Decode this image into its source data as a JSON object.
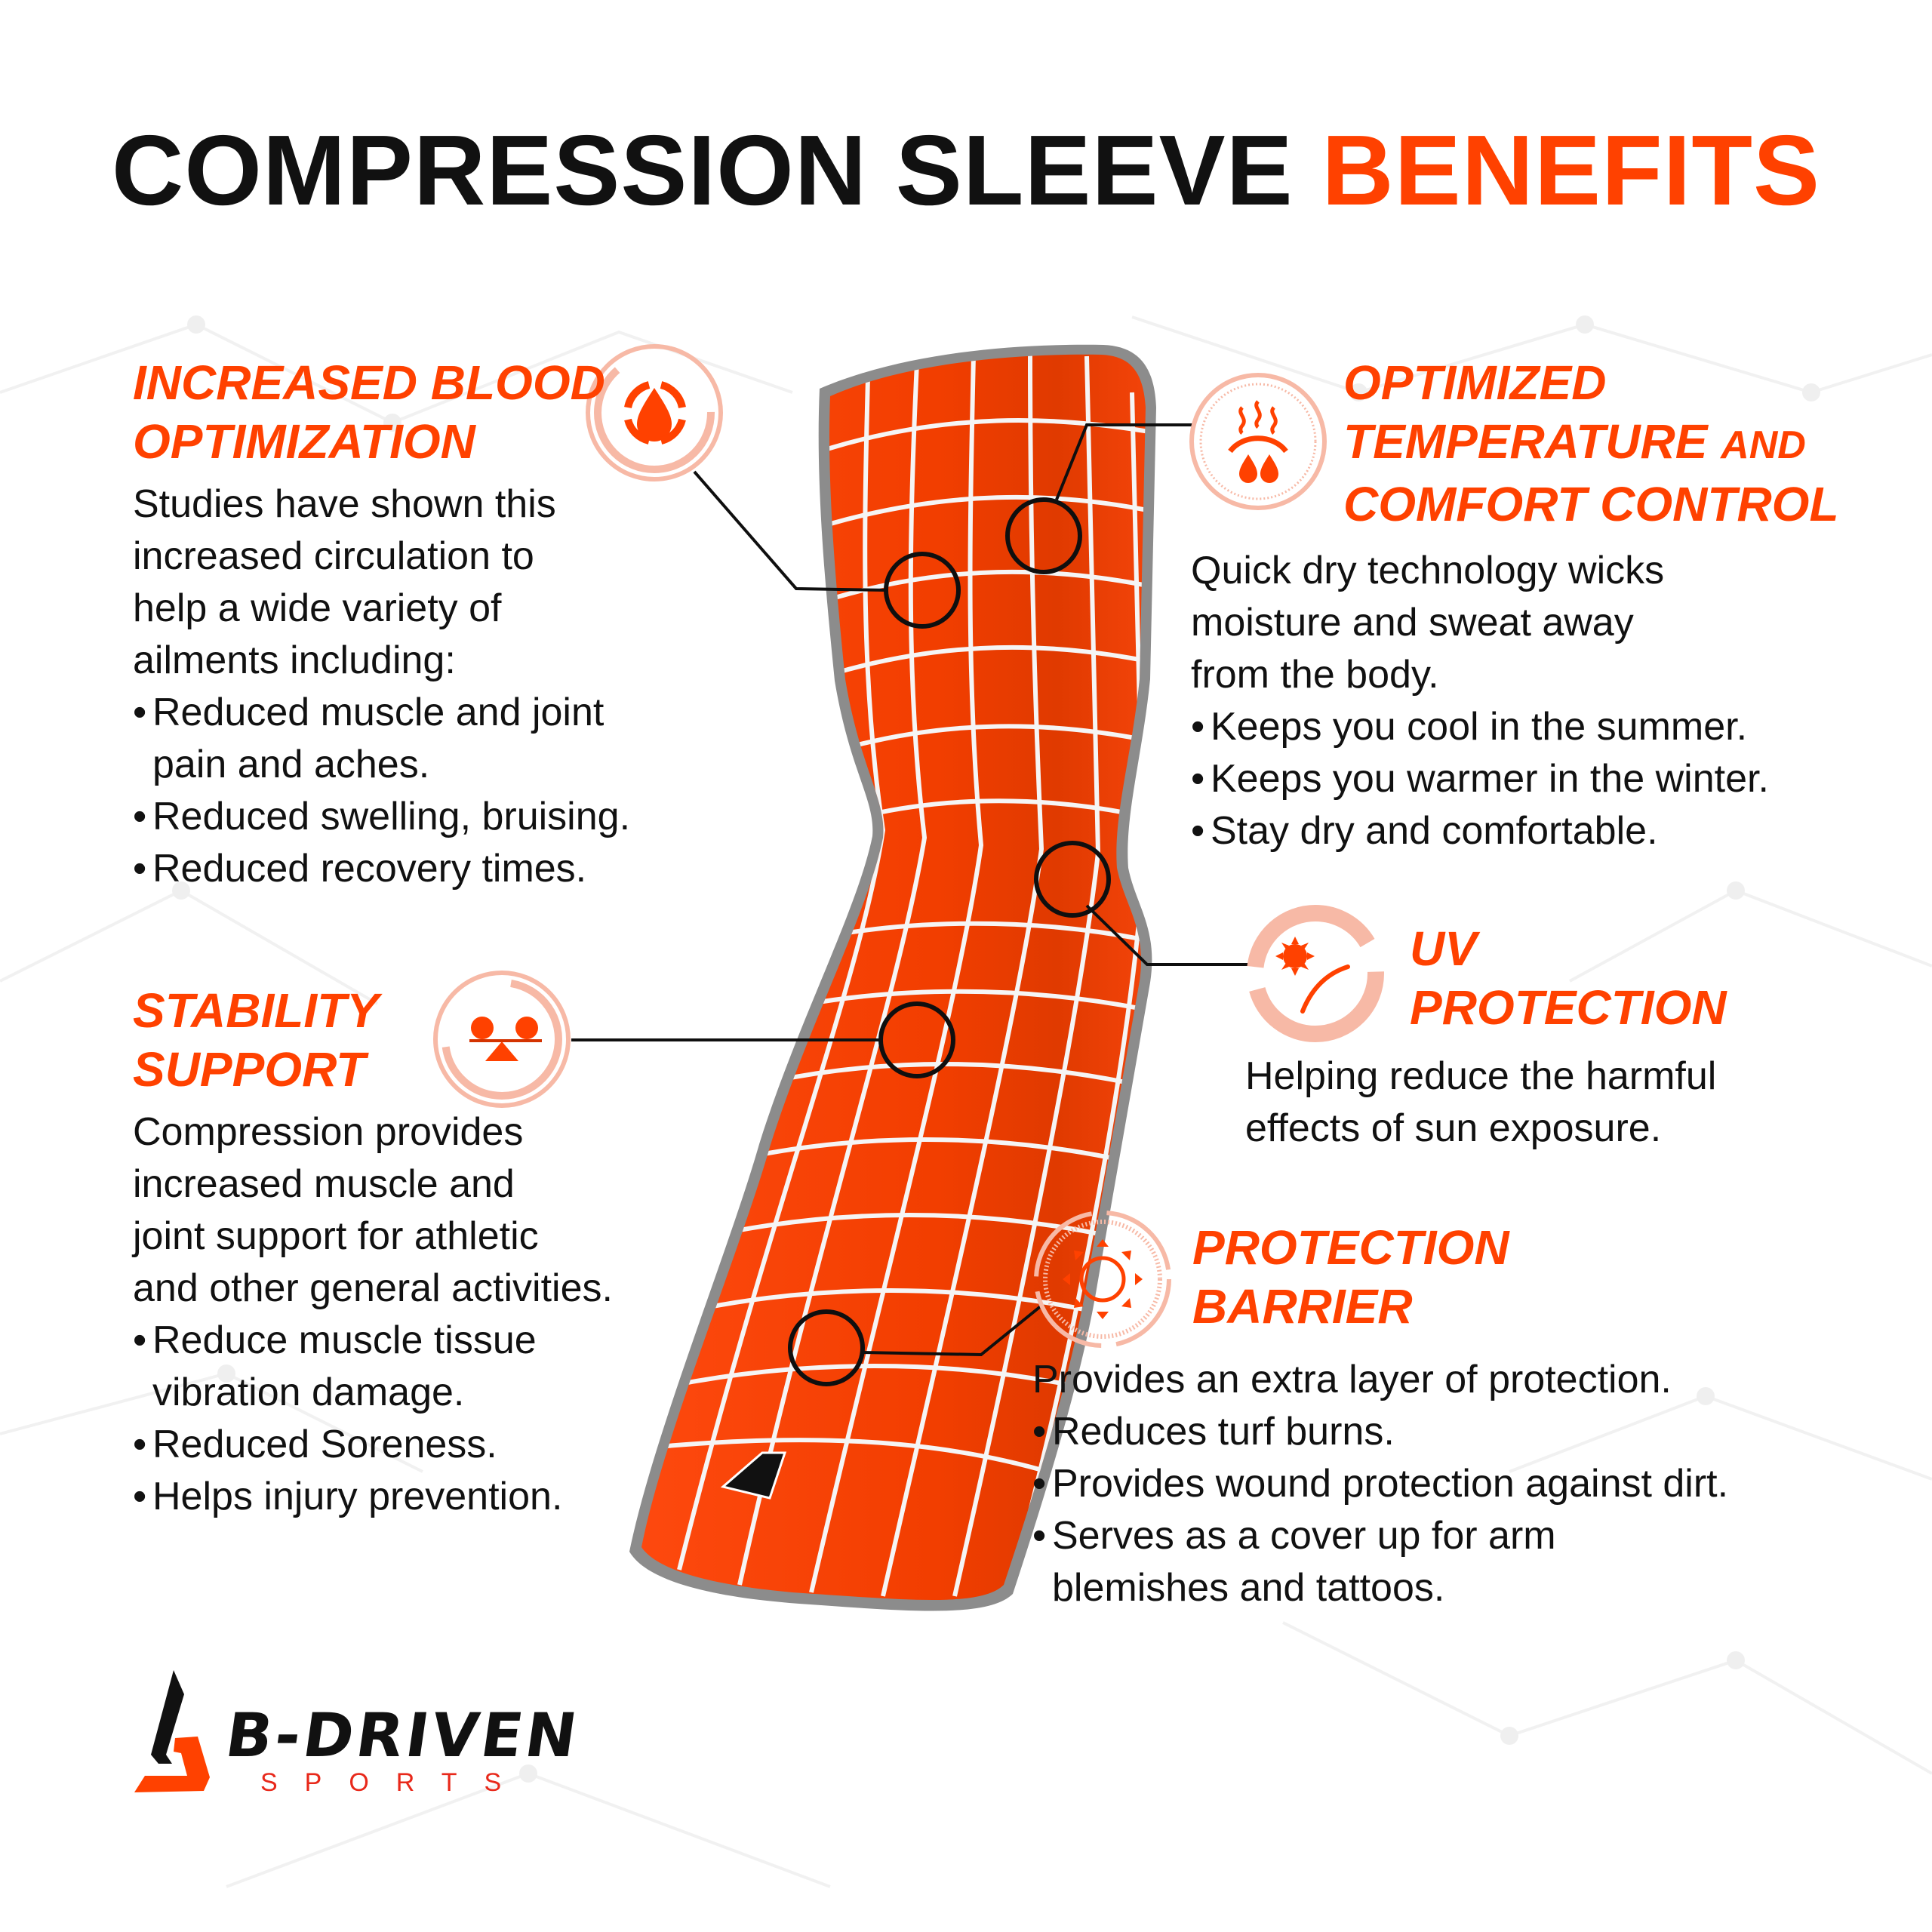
{
  "title": {
    "part1": "COMPRESSION SLEEVE",
    "part2": "BENEFITS"
  },
  "colors": {
    "accent": "#ff4100",
    "text": "#111111",
    "icon_ring": "#f6b9a6",
    "sleeve": "#ff4500",
    "sleeve_border": "#8a8a8a",
    "grid": "#f4f4f4"
  },
  "sections": {
    "blood": {
      "heading_line1": "INCREASED BLOOD",
      "heading_line2": "OPTIMIZATION",
      "icon": "blood-circulation-icon",
      "intro": [
        "Studies have shown this",
        "increased circulation to",
        "help a wide variety of",
        "ailments including:"
      ],
      "bullets": [
        "Reduced muscle and joint pain and aches.",
        "Reduced swelling, bruising.",
        "Reduced recovery times."
      ]
    },
    "stability": {
      "heading_line1": "STABILITY",
      "heading_line2": "SUPPORT",
      "icon": "balance-scale-icon",
      "intro": [
        "Compression provides",
        "increased muscle and",
        "joint support for athletic",
        "and other general activities."
      ],
      "bullets": [
        "Reduce muscle tissue vibration damage.",
        "Reduced Soreness.",
        "Helps injury prevention."
      ]
    },
    "temperature": {
      "heading_line1": "OPTIMIZED",
      "heading_line2a": "TEMPERATURE",
      "heading_line2b": "AND",
      "heading_line3": "COMFORT CONTROL",
      "icon": "heat-sweat-drops-icon",
      "intro": [
        "Quick dry technology wicks",
        "moisture and sweat away",
        "from the body."
      ],
      "bullets": [
        "Keeps you cool in the summer.",
        "Keeps you warmer in the winter.",
        "Stay dry and comfortable."
      ]
    },
    "uv": {
      "heading_line1": "UV",
      "heading_line2": "PROTECTION",
      "icon": "sun-uv-icon",
      "intro": [
        "Helping reduce the harmful",
        "effects of sun exposure."
      ]
    },
    "barrier": {
      "heading_line1": "PROTECTION",
      "heading_line2": "BARRIER",
      "icon": "barrier-arrows-icon",
      "intro": [
        "Provides an extra layer of protection."
      ],
      "bullets": [
        "Reduces turf burns.",
        "Provides wound protection against dirt.",
        "Serves as a cover up for arm blemishes and tattoos."
      ]
    }
  },
  "logo": {
    "name": "B-DRIVEN",
    "tagline": "SPORTS"
  }
}
